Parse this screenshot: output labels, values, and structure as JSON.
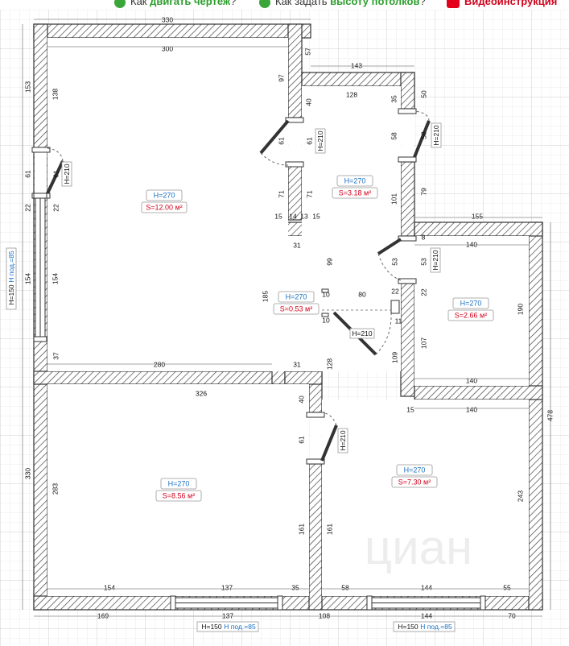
{
  "toolbar": {
    "item1": {
      "prefix": "Как ",
      "highlight": "двигать чертеж",
      "suffix": "?"
    },
    "item2": {
      "prefix": "Как задать ",
      "highlight": "высоту потолков",
      "suffix": "?"
    },
    "item3": {
      "highlight": "Видеоинструкция"
    }
  },
  "rooms": [
    {
      "id": "room-large",
      "height": "H=270",
      "area": "S=12.00 м²"
    },
    {
      "id": "room-hall",
      "height": "H=270",
      "area": "S=3.18 м²"
    },
    {
      "id": "room-closet",
      "height": "H=270",
      "area": "S=0.53 м²"
    },
    {
      "id": "room-bath",
      "height": "H=270",
      "area": "S=2.66 м²"
    },
    {
      "id": "room-bottom-left",
      "height": "H=270",
      "area": "S=8.56 м²"
    },
    {
      "id": "room-bottom-right",
      "height": "H=270",
      "area": "S=7.30 м²"
    }
  ],
  "door_labels": [
    "H=210",
    "H=210",
    "H=210",
    "H=210",
    "H=210",
    "H=210"
  ],
  "window_labels": [
    {
      "h": "H=150",
      "sill": "H под.=85"
    },
    {
      "h": "H=150",
      "sill": "H под.=85"
    },
    {
      "h": "H=150",
      "sill": "H под.=85"
    }
  ],
  "dimensions": [
    "330",
    "300",
    "57",
    "143",
    "128",
    "50",
    "153",
    "138",
    "97",
    "40",
    "35",
    "61",
    "61",
    "58",
    "58",
    "61",
    "61",
    "79",
    "22",
    "22",
    "71",
    "71",
    "101",
    "15",
    "14",
    "13",
    "15",
    "155",
    "31",
    "140",
    "99",
    "53",
    "8",
    "53",
    "154",
    "154",
    "185",
    "10",
    "80",
    "22",
    "22",
    "10",
    "11",
    "190",
    "37",
    "31",
    "109",
    "107",
    "280",
    "140",
    "128",
    "326",
    "15",
    "140",
    "40",
    "61",
    "330",
    "283",
    "243",
    "478",
    "161",
    "161",
    "154",
    "137",
    "35",
    "58",
    "144",
    "55",
    "169",
    "137",
    "108",
    "144",
    "70"
  ],
  "watermark": "циан"
}
